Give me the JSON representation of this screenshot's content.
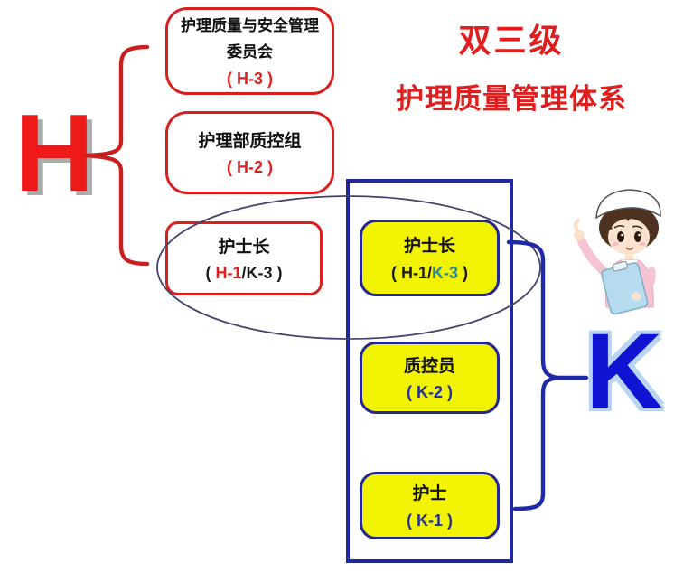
{
  "title": {
    "line1": "双三级",
    "line2": "护理质量管理体系"
  },
  "h_system": {
    "letter": "H",
    "committee": {
      "line1": "护理质量与安全管理",
      "line2": "委员会",
      "code": "( H-3 )"
    },
    "dept_qc": {
      "label": "护理部质控组",
      "code": "( H-2 )"
    },
    "head_nurse": {
      "label": "护士长",
      "code_pre": "( ",
      "code_h1": "H-1",
      "code_post": "/K-3 )"
    }
  },
  "k_system": {
    "letter": "K",
    "head_nurse": {
      "label": "护士长",
      "code_pre": "( H-1/",
      "code_k3": "K-3",
      "code_post": " )"
    },
    "qc_member": {
      "label": "质控员",
      "code": "( K-2 )"
    },
    "nurse": {
      "label": "护士",
      "code": "( K-1 )"
    }
  },
  "icons": {
    "nurse_illustration": "nurse-with-clipboard"
  },
  "colors": {
    "accent_red": "#e11d1d",
    "h_letter_red": "#ee1a1a",
    "red_box_border": "#d8201f",
    "yellow_fill": "#f2f203",
    "navy_border": "#23278f",
    "k_frame_blue": "#20269b",
    "k_letter_blue": "#1113d2",
    "k3_teal": "#2b8794",
    "k_code_blue": "#2233a0",
    "ellipse_stroke": "#43436e"
  }
}
